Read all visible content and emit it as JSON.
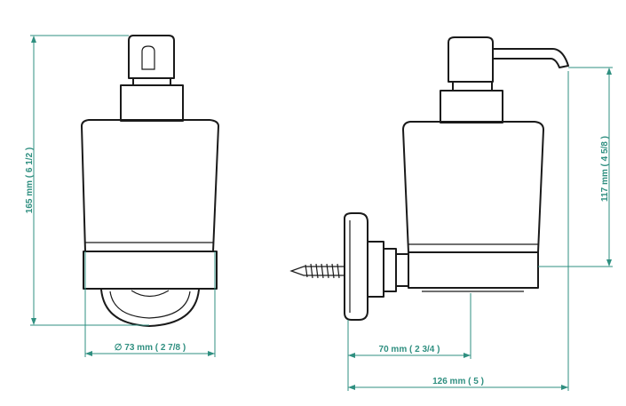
{
  "dimensions": {
    "height_total": "165 mm ( 6 1/2 )",
    "diameter": "∅  73 mm ( 2 7/8 )",
    "height_glass": "117 mm ( 4 5/8 )",
    "wall_to_glass": "70 mm ( 2 3/4 )",
    "depth_total": "126 mm ( 5 )"
  },
  "colors": {
    "dimension_lines": "#2f8f80",
    "outline": "#1a1a1a"
  }
}
